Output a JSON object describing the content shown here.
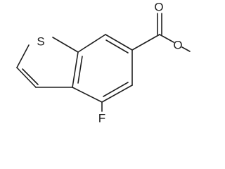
{
  "diagram": {
    "atoms": {
      "sulfur": "S",
      "fluorine": "F",
      "carbonyl_oxygen": "O",
      "ester_oxygen": "O"
    },
    "colors": {
      "ink": "#1f1f1f",
      "background": "#ffffff"
    }
  }
}
